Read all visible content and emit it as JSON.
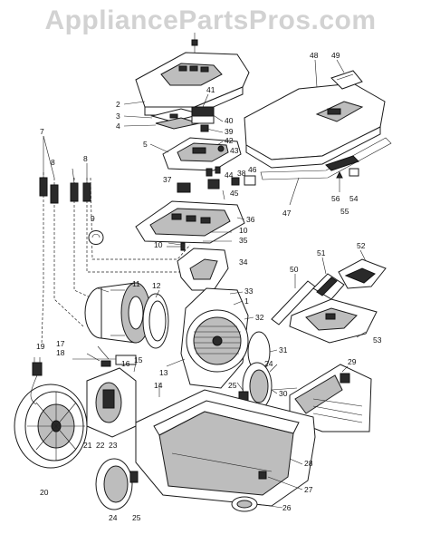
{
  "watermark": "AppliancePartsPros.com",
  "callouts": [
    {
      "id": "c1",
      "text": "1"
    },
    {
      "id": "c2",
      "text": "2"
    },
    {
      "id": "c3",
      "text": "3"
    },
    {
      "id": "c4",
      "text": "4"
    },
    {
      "id": "c5",
      "text": "5"
    },
    {
      "id": "c7",
      "text": "7"
    },
    {
      "id": "c8a",
      "text": "8"
    },
    {
      "id": "c8b",
      "text": "8"
    },
    {
      "id": "c9",
      "text": "9"
    },
    {
      "id": "c10a",
      "text": "10"
    },
    {
      "id": "c10b",
      "text": "10"
    },
    {
      "id": "c11",
      "text": "11"
    },
    {
      "id": "c12",
      "text": "12"
    },
    {
      "id": "c13",
      "text": "13"
    },
    {
      "id": "c14",
      "text": "14"
    },
    {
      "id": "c15",
      "text": "15"
    },
    {
      "id": "c16",
      "text": "16"
    },
    {
      "id": "c17",
      "text": "17"
    },
    {
      "id": "c18",
      "text": "18"
    },
    {
      "id": "c19",
      "text": "19"
    },
    {
      "id": "c20",
      "text": "20"
    },
    {
      "id": "c21",
      "text": "21"
    },
    {
      "id": "c22",
      "text": "22"
    },
    {
      "id": "c23",
      "text": "23"
    },
    {
      "id": "c24a",
      "text": "24"
    },
    {
      "id": "c24b",
      "text": "24"
    },
    {
      "id": "c25a",
      "text": "25"
    },
    {
      "id": "c25b",
      "text": "25"
    },
    {
      "id": "c26",
      "text": "26"
    },
    {
      "id": "c27",
      "text": "27"
    },
    {
      "id": "c28",
      "text": "28"
    },
    {
      "id": "c29",
      "text": "29"
    },
    {
      "id": "c30",
      "text": "30"
    },
    {
      "id": "c31",
      "text": "31"
    },
    {
      "id": "c32",
      "text": "32"
    },
    {
      "id": "c33",
      "text": "33"
    },
    {
      "id": "c34",
      "text": "34"
    },
    {
      "id": "c35",
      "text": "35"
    },
    {
      "id": "c36",
      "text": "36"
    },
    {
      "id": "c37",
      "text": "37"
    },
    {
      "id": "c38",
      "text": "38"
    },
    {
      "id": "c39",
      "text": "39"
    },
    {
      "id": "c40",
      "text": "40"
    },
    {
      "id": "c41",
      "text": "41"
    },
    {
      "id": "c42",
      "text": "42"
    },
    {
      "id": "c43",
      "text": "43"
    },
    {
      "id": "c44",
      "text": "44"
    },
    {
      "id": "c45",
      "text": "45"
    },
    {
      "id": "c46",
      "text": "46"
    },
    {
      "id": "c47",
      "text": "47"
    },
    {
      "id": "c48",
      "text": "48"
    },
    {
      "id": "c49",
      "text": "49"
    },
    {
      "id": "c50",
      "text": "50"
    },
    {
      "id": "c51",
      "text": "51"
    },
    {
      "id": "c52",
      "text": "52"
    },
    {
      "id": "c53",
      "text": "53"
    },
    {
      "id": "c54",
      "text": "54"
    },
    {
      "id": "c55",
      "text": "55"
    },
    {
      "id": "c56",
      "text": "56"
    }
  ]
}
